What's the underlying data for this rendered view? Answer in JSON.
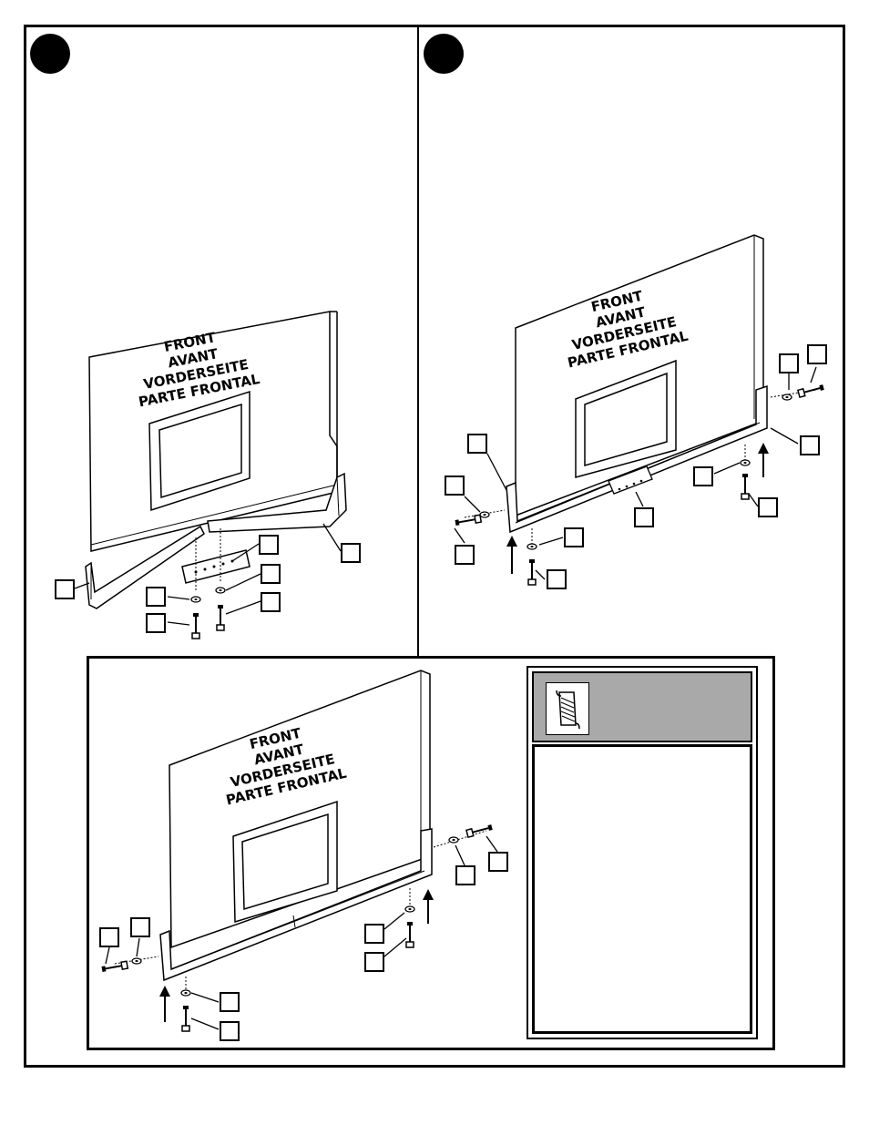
{
  "board_label": {
    "line1": "FRONT",
    "line2": "AVANT",
    "line3": "VORDERSEITE",
    "line4": "PARTE FRONTAL"
  },
  "icons": {
    "step_marker": "filled-circle",
    "tool": "tool-icon"
  }
}
